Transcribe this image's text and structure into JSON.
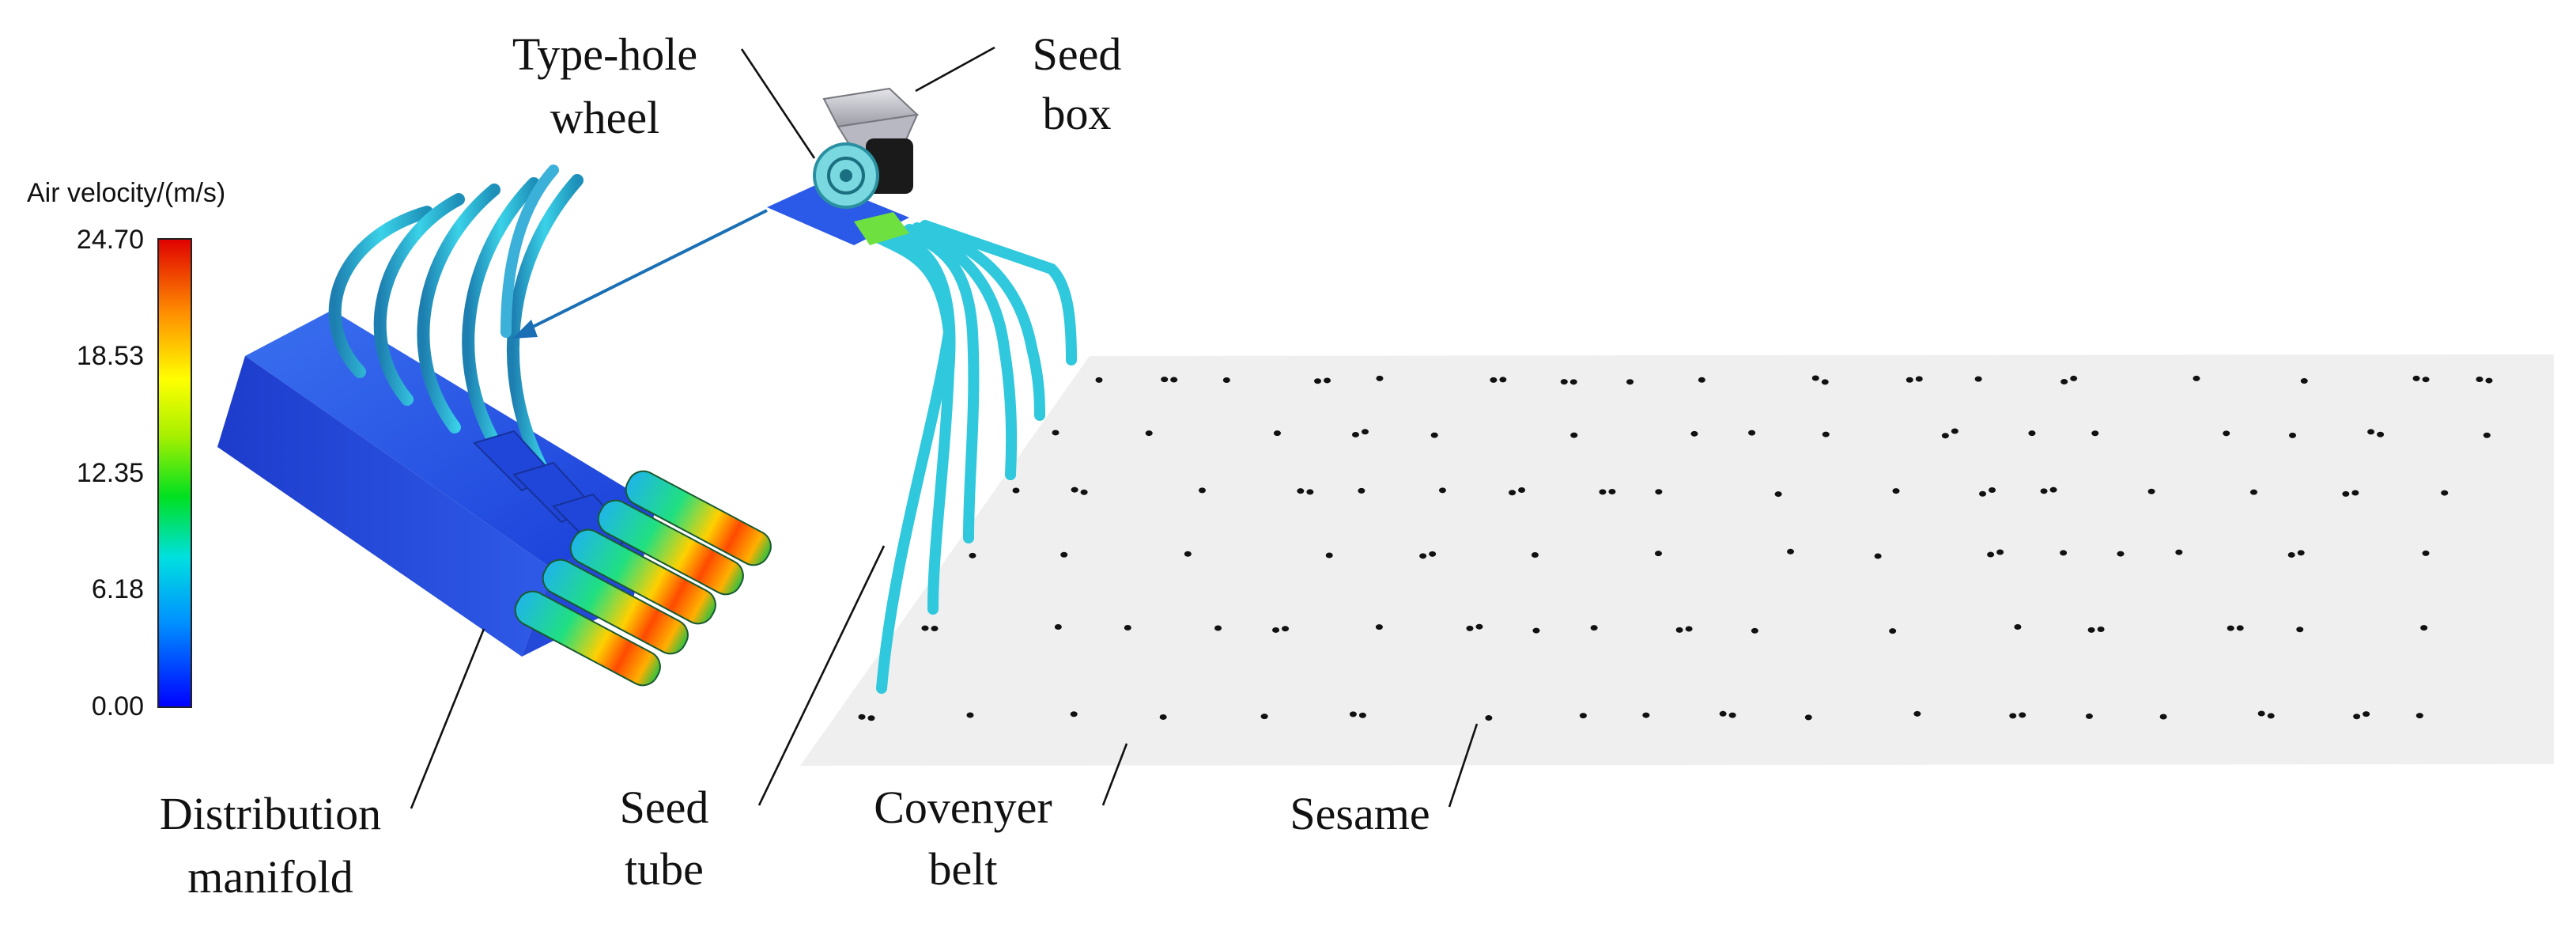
{
  "legend": {
    "title": "Air velocity/(m/s)",
    "ticks": [
      "24.70",
      "18.53",
      "12.35",
      "6.18",
      "0.00"
    ],
    "colors": [
      "#0000ff",
      "#00a0ff",
      "#00e5d0",
      "#00e000",
      "#b0f000",
      "#ffff00",
      "#ffa000",
      "#ff2000",
      "#d00000"
    ]
  },
  "labels": {
    "type_hole_wheel": [
      "Type-hole",
      "wheel"
    ],
    "seed_box": [
      "Seed",
      "box"
    ],
    "distribution_manifold": [
      "Distribution",
      "manifold"
    ],
    "seed_tube": [
      "Seed",
      "tube"
    ],
    "conveyor_belt": [
      "Covenyer",
      "belt"
    ],
    "sesame": [
      "Sesame"
    ]
  },
  "colors": {
    "manifold": "#2a55e0",
    "tube": "#2fc8dc",
    "belt": "#efefef",
    "seed": "#111111"
  }
}
